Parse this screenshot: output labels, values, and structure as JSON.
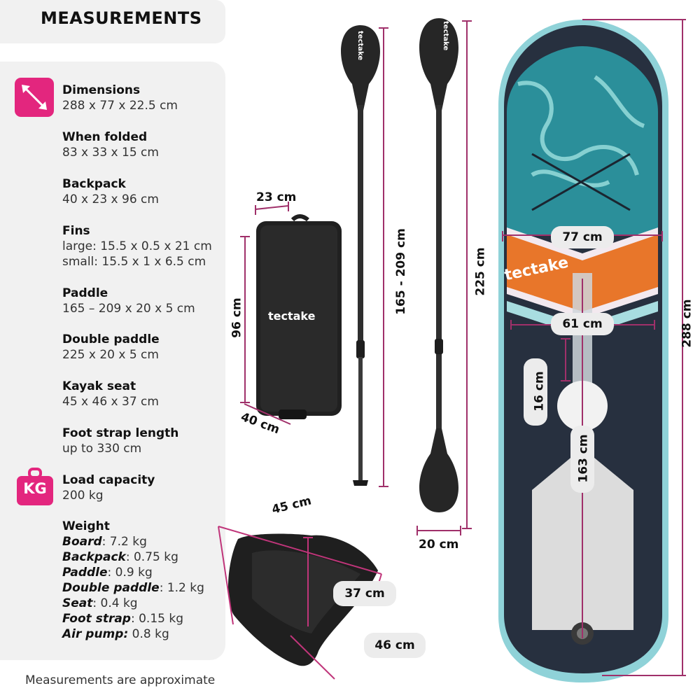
{
  "header": {
    "title": "MEASUREMENTS"
  },
  "specs": {
    "dimensions": {
      "label": "Dimensions",
      "value": "288 x 77 x 22.5 cm"
    },
    "folded": {
      "label": "When folded",
      "value": "83 x 33 x 15 cm"
    },
    "backpack": {
      "label": "Backpack",
      "value": "40 x 23 x 96 cm"
    },
    "fins": {
      "label": "Fins",
      "large": "large: 15.5 x 0.5 x 21 cm",
      "small": "small: 15.5 x 1 x 6.5 cm"
    },
    "paddle": {
      "label": "Paddle",
      "value": "165 – 209 x 20 x 5 cm"
    },
    "double_paddle": {
      "label": "Double paddle",
      "value": "225 x 20 x 5 cm"
    },
    "kayak_seat": {
      "label": "Kayak seat",
      "value": "45 x 46 x 37 cm"
    },
    "foot_strap": {
      "label": "Foot strap length",
      "value": "up to 330 cm"
    },
    "load": {
      "label": "Load capacity",
      "value": "200 kg",
      "icon_text": "KG"
    },
    "weight": {
      "label": "Weight",
      "items": [
        {
          "name": "Board",
          "value": ": 7.2 kg"
        },
        {
          "name": "Backpack",
          "value": ": 0.75 kg"
        },
        {
          "name": "Paddle",
          "value": ": 0.9 kg"
        },
        {
          "name": "Double paddle",
          "value": ": 1.2 kg"
        },
        {
          "name": "Seat",
          "value": ": 0.4 kg"
        },
        {
          "name": "Foot strap",
          "value": ": 0.15 kg"
        },
        {
          "name": "Air pump:",
          "value": " 0.8 kg"
        }
      ]
    }
  },
  "footnote": "Measurements are approximate",
  "brand": "tectake",
  "labels": {
    "backpack_width": "23 cm",
    "backpack_height": "96 cm",
    "backpack_depth": "40 cm",
    "paddle_length": "165 - 209 cm",
    "double_paddle_length": "225 cm",
    "blade_width": "20 cm",
    "seat_width": "45 cm",
    "seat_height": "37 cm",
    "seat_depth": "46 cm",
    "board_width": "77 cm",
    "board_pad_width": "61 cm",
    "fin_box": "16 cm",
    "board_pad_length": "163 cm",
    "board_length": "288 cm"
  },
  "colors": {
    "accent": "#e3267e",
    "dimension_line": "#a0306a",
    "board_teal": "#2b8f9a",
    "board_navy": "#27303f",
    "board_orange": "#e8762a"
  }
}
